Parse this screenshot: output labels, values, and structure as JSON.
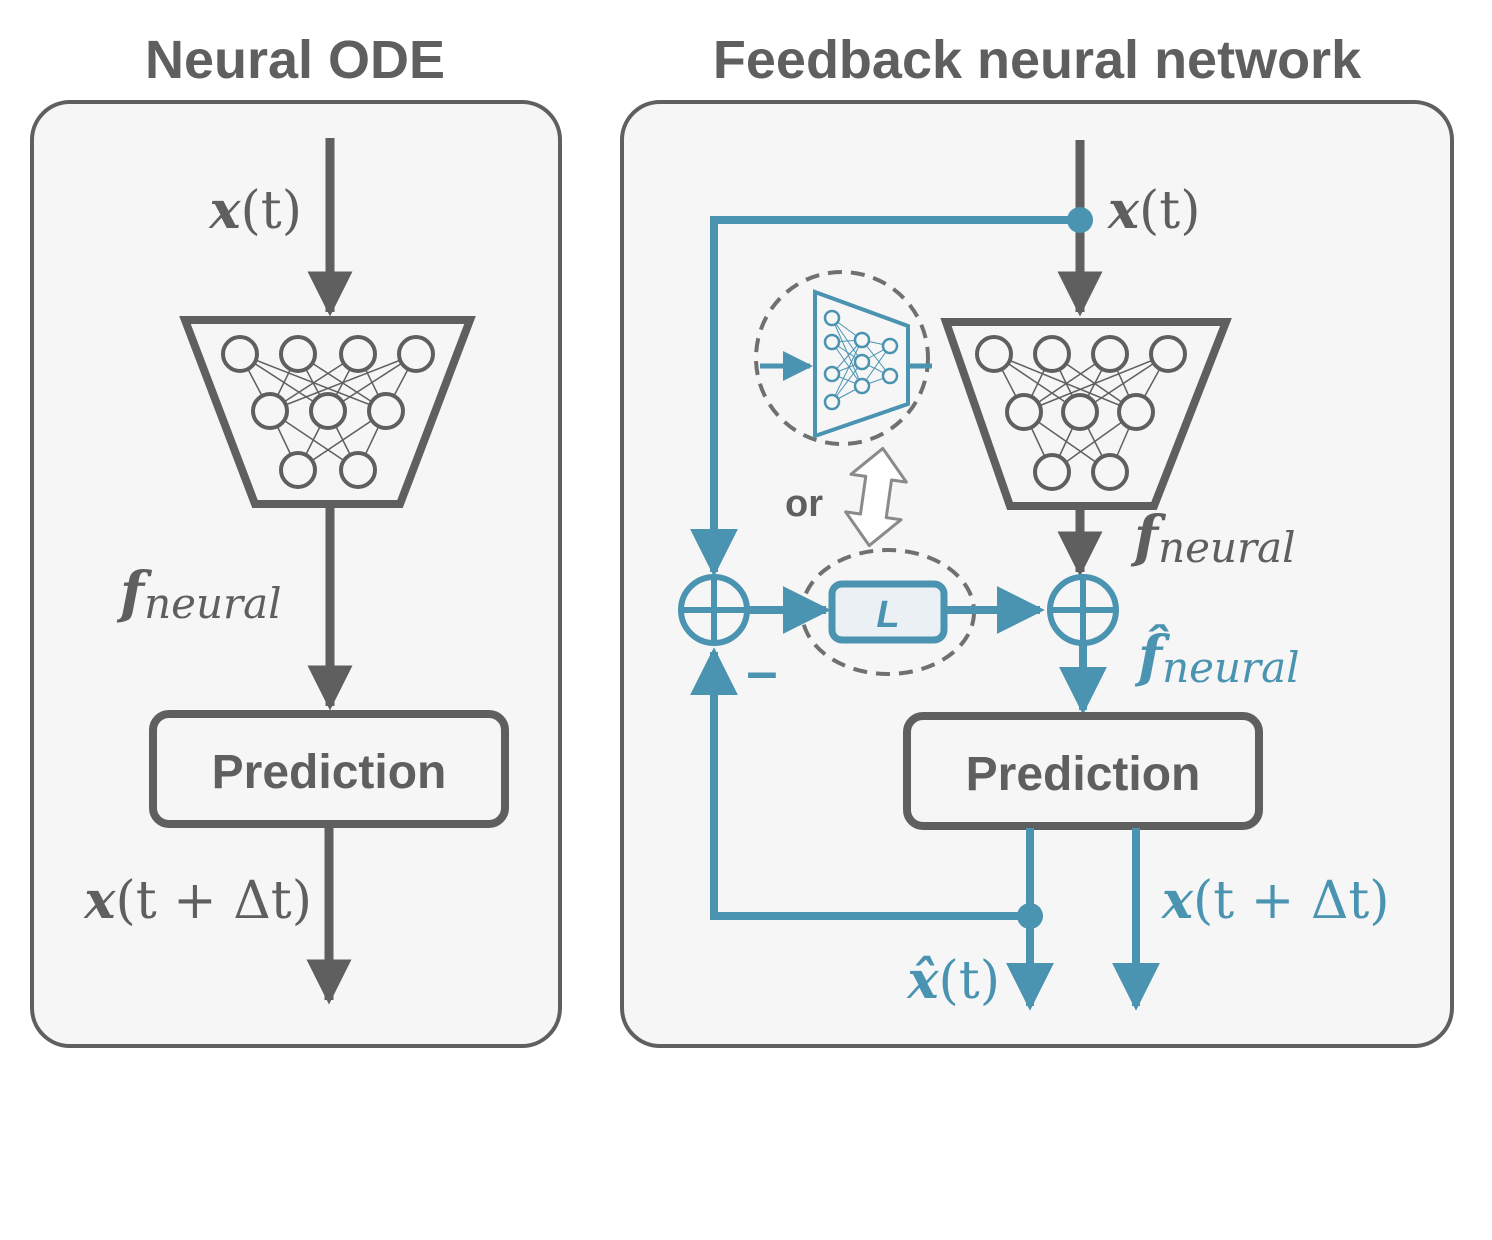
{
  "titles": {
    "left": "Neural ODE",
    "right": "Feedback neural network"
  },
  "left_panel": {
    "input_label": {
      "var": "x",
      "arg": "(t)"
    },
    "neural_label": {
      "base": "f",
      "sub": "neural"
    },
    "prediction_label": "Prediction",
    "output_label": {
      "var": "x",
      "arg": "(t + Δt)"
    }
  },
  "right_panel": {
    "input_label": {
      "var": "x",
      "arg": "(t)"
    },
    "neural_label": {
      "base": "f",
      "sub": "neural"
    },
    "corrected_label": {
      "base": "f̂",
      "sub": "neural"
    },
    "prediction_label": "Prediction",
    "or_label": "or",
    "gain_label": "L",
    "minus_sign": "–",
    "output_label": {
      "var": "x",
      "arg": "(t + Δt)"
    },
    "estimate_label": {
      "var": "x̂",
      "arg": "(t)"
    }
  },
  "colors": {
    "gray": "#5f5f5f",
    "blue": "#4a93b1",
    "panel_fill": "#f6f6f6",
    "gain_fill": "#eaf0f3"
  }
}
